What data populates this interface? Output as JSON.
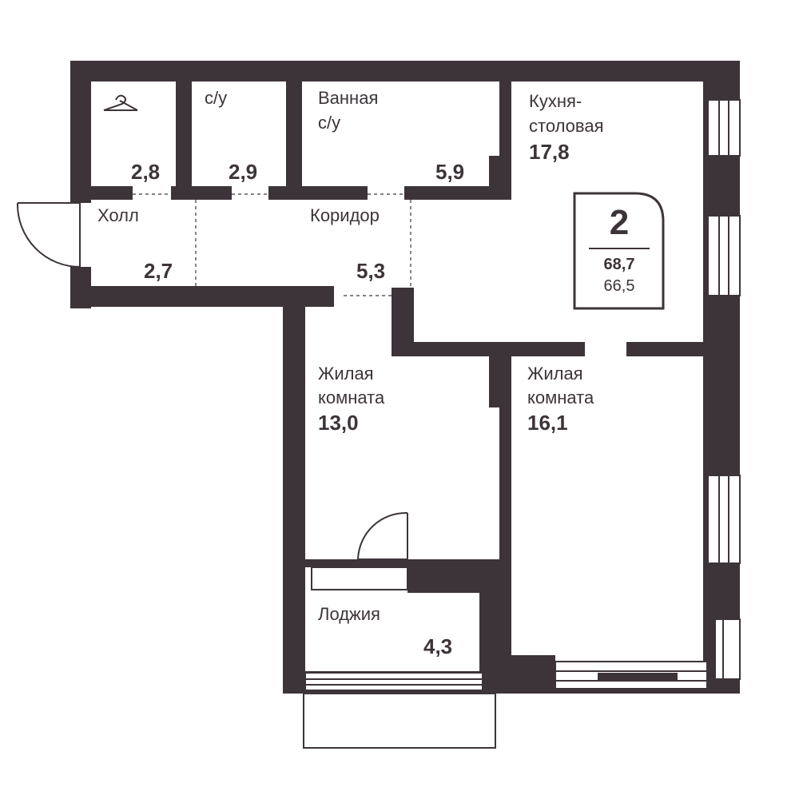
{
  "rooms": {
    "wardrobe": {
      "area": "2,8",
      "icon": "hanger-icon"
    },
    "wc": {
      "name": "с/у",
      "area": "2,9"
    },
    "bathroom": {
      "name_line1": "Ванная",
      "name_line2": "с/у",
      "area": "5,9"
    },
    "kitchen": {
      "name_line1": "Кухня-",
      "name_line2": "столовая",
      "area": "17,8"
    },
    "hall": {
      "name": "Холл",
      "area": "2,7"
    },
    "corridor": {
      "name": "Коридор",
      "area": "5,3"
    },
    "living1": {
      "name_line1": "Жилая",
      "name_line2": "комната",
      "area": "13,0"
    },
    "living2": {
      "name_line1": "Жилая",
      "name_line2": "комната",
      "area": "16,1"
    },
    "loggia": {
      "name": "Лоджия",
      "area": "4,3"
    }
  },
  "summary": {
    "rooms_count": "2",
    "total_area": "68,7",
    "living_area": "66,5"
  },
  "colors": {
    "wall": "#3d343a",
    "background": "#ffffff"
  }
}
